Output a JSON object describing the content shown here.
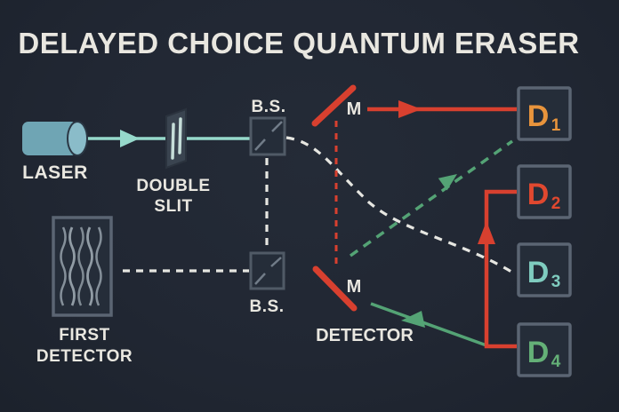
{
  "title": "DELAYED CHOICE QUANTUM ERASER",
  "colors": {
    "background": "#212733",
    "text": "#e9e7e0",
    "beam_teal": "#96d9cb",
    "laser_body": "#6fa5b4",
    "laser_cap": "#8abcc9",
    "red": "#d8402f",
    "green": "#54a375",
    "white_dash": "#e6e6e1",
    "box_border": "#5b6573",
    "box_fill": "#252d39",
    "slit_plate": "#3a4450",
    "wave_lines": "#97a2ab"
  },
  "diagram": {
    "laser": {
      "label": "LASER"
    },
    "double_slit": {
      "line1": "DOUBLE",
      "line2": "SLIT"
    },
    "bs_top": {
      "label": "B.S."
    },
    "bs_bottom": {
      "label": "B.S."
    },
    "mirror_top": {
      "label": "M"
    },
    "mirror_bottom": {
      "label": "M"
    },
    "detector_mid": {
      "label": "DETECTOR"
    },
    "first_detector": {
      "line1": "FIRST",
      "line2": "DETECTOR"
    }
  },
  "detectors": [
    {
      "name": "D1",
      "main": "D",
      "sub": "1",
      "color": "#e8943c"
    },
    {
      "name": "D2",
      "main": "D",
      "sub": "2",
      "color": "#e0482f"
    },
    {
      "name": "D3",
      "main": "D",
      "sub": "3",
      "color": "#7fccbf"
    },
    {
      "name": "D4",
      "main": "D",
      "sub": "4",
      "color": "#64b077"
    }
  ]
}
